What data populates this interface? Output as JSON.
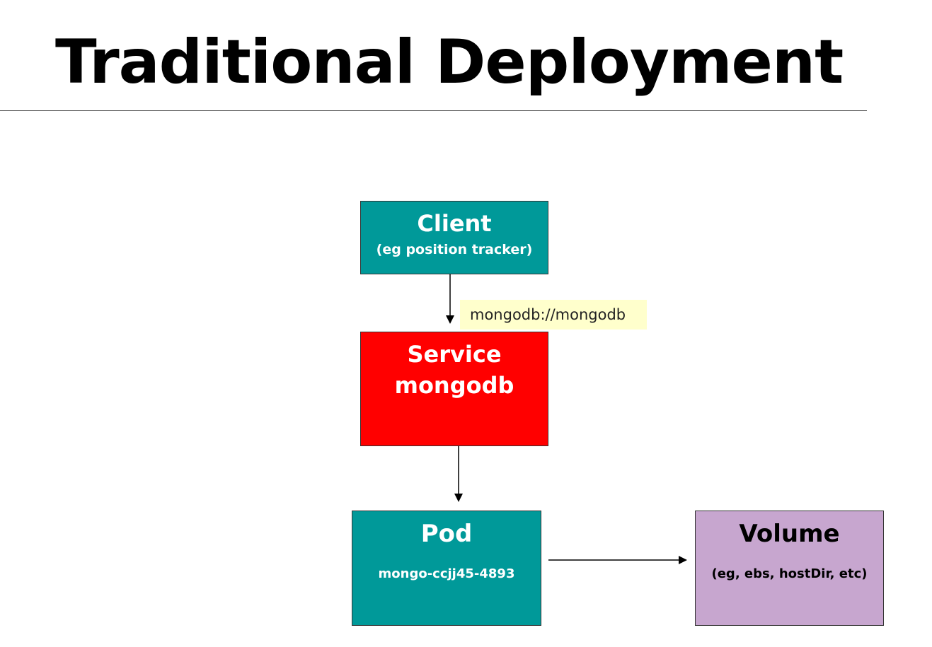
{
  "title": "Traditional Deployment",
  "colors": {
    "teal": "#009999",
    "red": "#ff0000",
    "lavender": "#c7a6cf",
    "label_bg": "#ffffcc"
  },
  "nodes": {
    "client": {
      "name": "Client",
      "subtitle": "(eg position tracker)"
    },
    "service": {
      "line1": "Service",
      "line2": "mongodb"
    },
    "pod": {
      "name": "Pod",
      "subtitle": "mongo-ccjj45-4893"
    },
    "volume": {
      "name": "Volume",
      "subtitle": "(eg, ebs, hostDir, etc)"
    }
  },
  "connections": {
    "client_to_service": {
      "label": "mongodb://mongodb"
    }
  }
}
